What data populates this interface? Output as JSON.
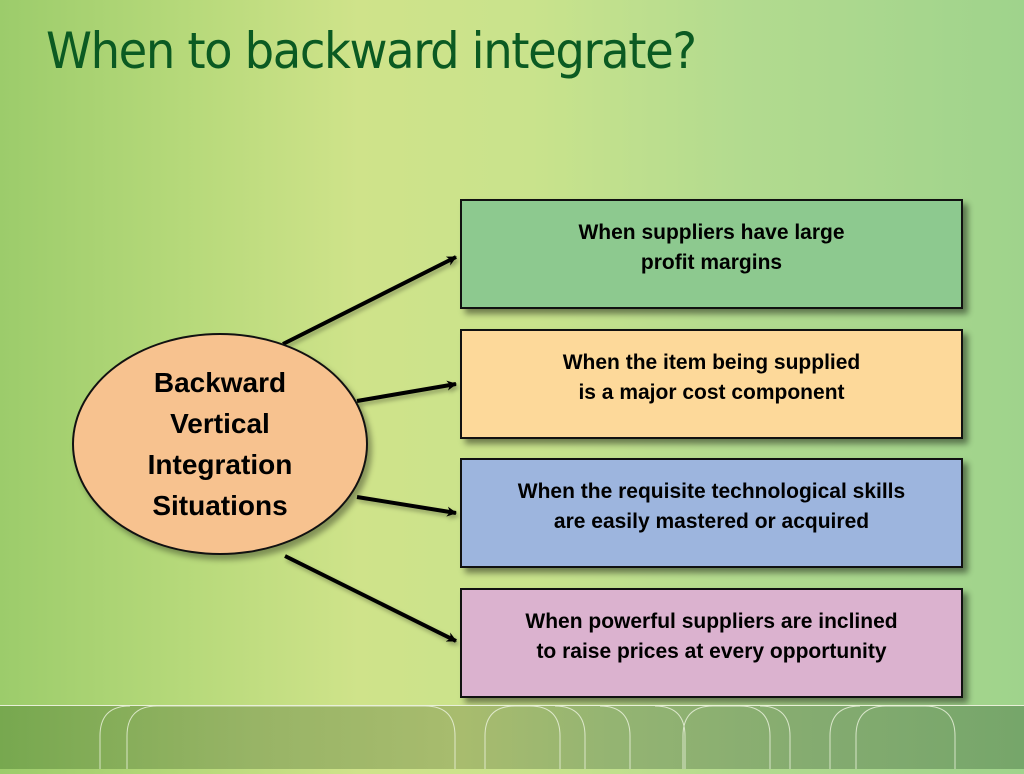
{
  "slide": {
    "title": "When to backward integrate?",
    "background_colors": [
      "#9ccc6b",
      "#cfe38a",
      "#9fd38c"
    ],
    "title_color": "#0b5a22"
  },
  "diagram": {
    "center": {
      "label": "Backward\nVertical\nIntegration\nSituations",
      "fill": "#f7c28f"
    },
    "boxes": [
      {
        "label": "When suppliers have large\nprofit margins",
        "fill": "#8dc98f"
      },
      {
        "label": "When the item being supplied\nis a major cost component",
        "fill": "#fdd99a"
      },
      {
        "label": "When the requisite technological skills\nare easily mastered or acquired",
        "fill": "#9db5de"
      },
      {
        "label": "When powerful suppliers are inclined\nto raise prices at every opportunity",
        "fill": "#dbb2cf"
      }
    ],
    "connector_icon": "arrow-right-icon"
  }
}
